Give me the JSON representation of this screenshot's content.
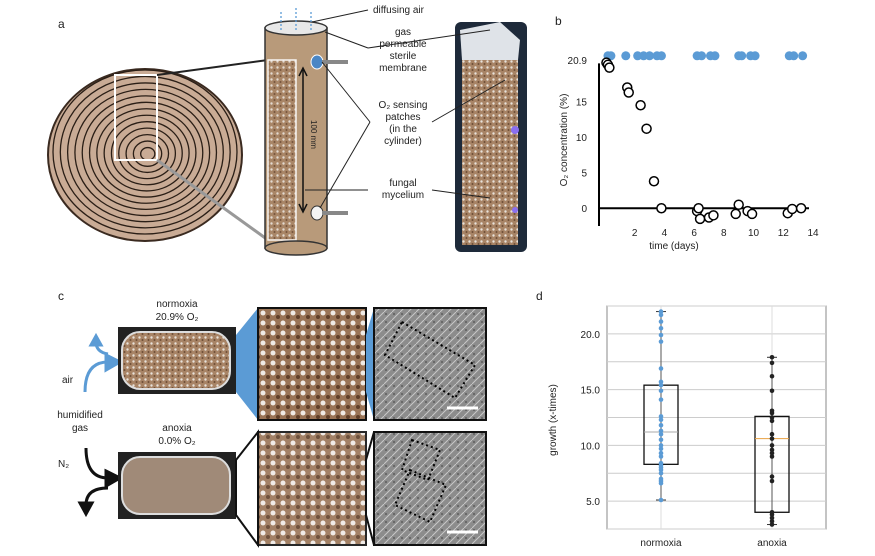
{
  "panels": {
    "a": "a",
    "b": "b",
    "c": "c",
    "d": "d"
  },
  "panel_a": {
    "labels": {
      "diffusing_air": "diffusing air",
      "membrane": [
        "gas",
        "permeable",
        "sterile",
        "membrane"
      ],
      "sensing": [
        "O₂ sensing",
        "patches",
        "(in the",
        "cylinder)"
      ],
      "mycelium": [
        "fungal",
        "mycelium"
      ],
      "length": "100 mm"
    }
  },
  "panel_c": {
    "normoxia": [
      "normoxia",
      "20.9% O₂"
    ],
    "anoxia": [
      "anoxia",
      "0.0% O₂"
    ],
    "air": "air",
    "humidified": [
      "humidified",
      "gas"
    ],
    "n2": "N₂"
  },
  "chart_data": [
    {
      "type": "scatter",
      "panel": "b",
      "xlabel": "time (days)",
      "ylabel": "O₂ concentration (%)",
      "xticks": [
        2,
        4,
        6,
        8,
        10,
        12,
        14
      ],
      "yticks": [
        0,
        5,
        10,
        15,
        20.9
      ],
      "ytick_labels": [
        "0",
        "5",
        "10",
        "15",
        "20.9"
      ],
      "xlim": [
        -0.4,
        14
      ],
      "ylim": [
        -2.5,
        22
      ],
      "series": [
        {
          "name": "normoxia",
          "color": "#5b9bd5",
          "x": [
            0,
            0.2,
            1.2,
            2,
            2.4,
            2.8,
            3.3,
            3.6,
            6,
            6.3,
            6.9,
            7.2,
            8.8,
            9.0,
            9.6,
            9.9,
            12.2,
            12.5,
            13.1
          ],
          "y": [
            20.9,
            20.9,
            20.9,
            20.9,
            20.9,
            20.9,
            20.9,
            20.9,
            20.9,
            20.9,
            20.9,
            20.9,
            20.9,
            20.9,
            20.9,
            20.9,
            20.9,
            20.9,
            20.9
          ]
        },
        {
          "name": "anoxia",
          "color": "#000000",
          "x": [
            0.1,
            0.2,
            0.3,
            1.5,
            1.6,
            2.4,
            2.8,
            3.3,
            3.8,
            6.2,
            6.3,
            6.4,
            7.0,
            7.3,
            8.8,
            9.0,
            9.6,
            9.9,
            12.3,
            12.6,
            13.2
          ],
          "y": [
            20.5,
            20.2,
            19.8,
            17.0,
            16.3,
            14.5,
            11.2,
            3.8,
            0,
            -0.4,
            0,
            -1.5,
            -1.3,
            -1.0,
            -0.8,
            0.5,
            -0.4,
            -0.8,
            -0.7,
            -0.1,
            0
          ]
        }
      ]
    },
    {
      "type": "box",
      "panel": "d",
      "ylabel": "growth (x-times)",
      "categories": [
        "normoxia",
        "anoxia"
      ],
      "yticks": [
        5.0,
        10.0,
        15.0,
        20.0
      ],
      "ytick_labels": [
        "5.0",
        "10.0",
        "15.0",
        "20.0"
      ],
      "ylim": [
        2.5,
        22.5
      ],
      "grid": true,
      "boxes": [
        {
          "name": "normoxia",
          "color": "#5b9bd5",
          "min": 5.1,
          "q1": 8.3,
          "median": 11.2,
          "q3": 15.4,
          "max": 22.0,
          "points": [
            5.1,
            6.6,
            6.8,
            7.0,
            7.5,
            7.8,
            8.0,
            8.2,
            8.4,
            9.0,
            9.3,
            9.7,
            10.0,
            10.5,
            11.0,
            11.3,
            11.8,
            12.3,
            12.6,
            14.1,
            14.9,
            15.4,
            15.7,
            16.9,
            19.3,
            19.9,
            20.5,
            21.1,
            21.7,
            22.0
          ]
        },
        {
          "name": "anoxia",
          "color": "#222222",
          "median_color": "#e8a040",
          "min": 2.9,
          "q1": 4.0,
          "median": 10.6,
          "q3": 12.6,
          "max": 17.9,
          "points": [
            2.9,
            3.2,
            3.5,
            3.8,
            4.0,
            6.8,
            7.2,
            9.0,
            9.3,
            9.6,
            10.0,
            10.6,
            11.0,
            12.2,
            12.5,
            12.9,
            13.1,
            14.9,
            16.2,
            17.4,
            17.9
          ]
        }
      ]
    }
  ]
}
